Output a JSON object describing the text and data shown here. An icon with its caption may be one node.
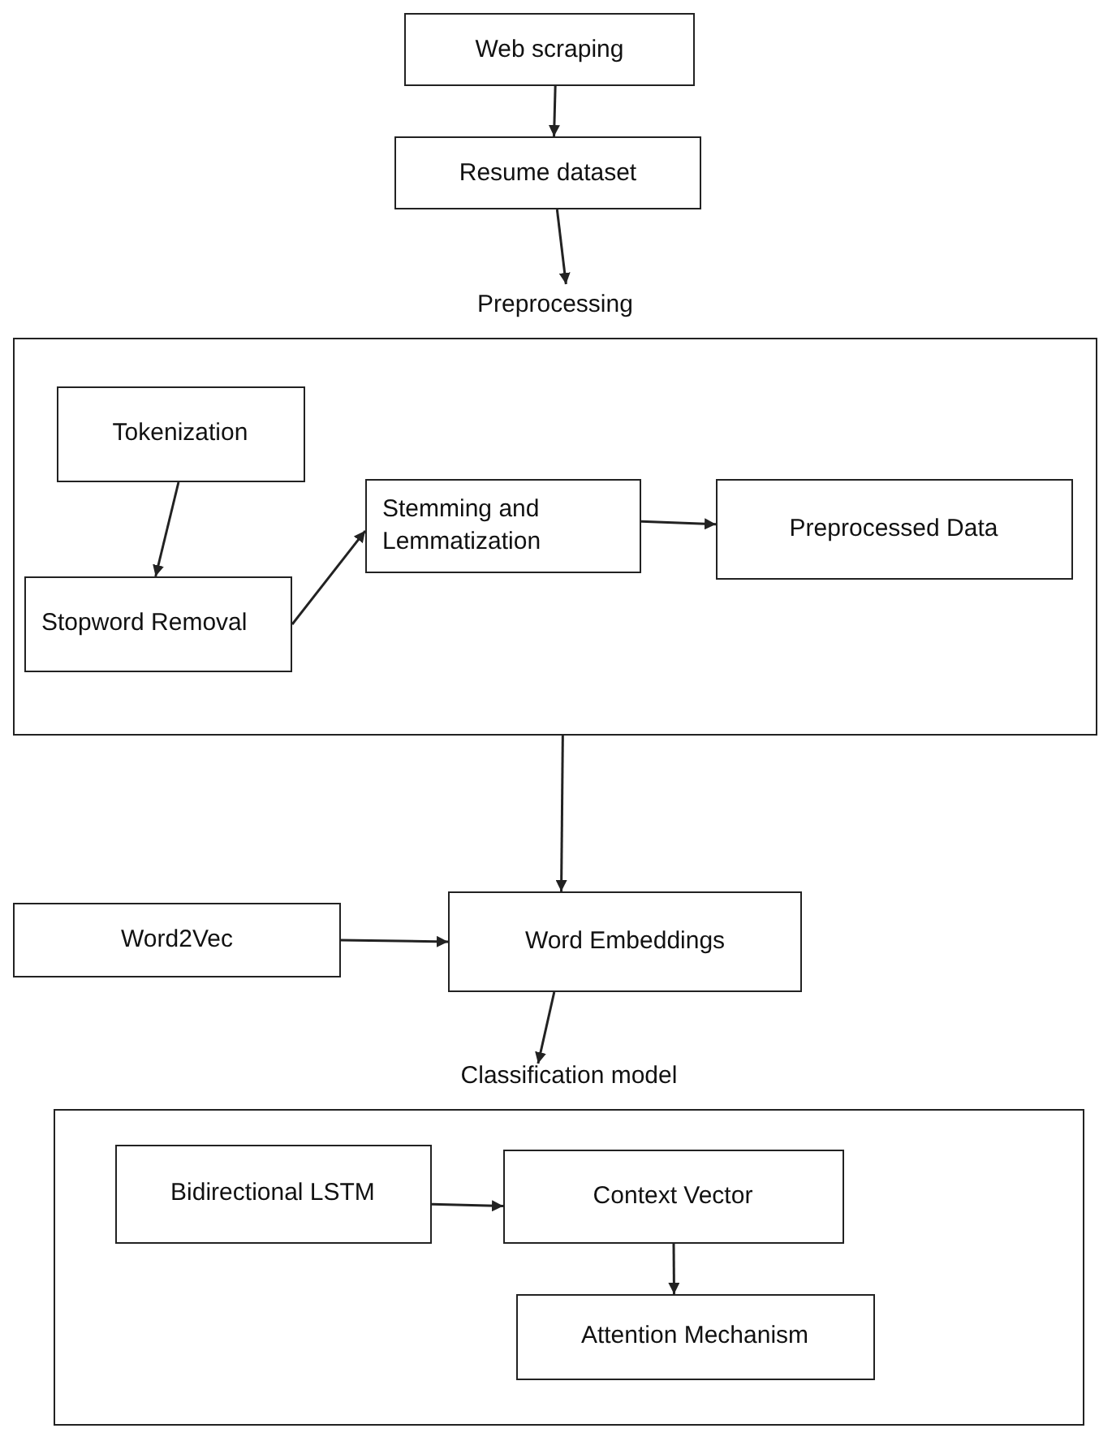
{
  "diagram": {
    "nodes": [
      {
        "text": [
          "Web scraping"
        ]
      },
      {
        "text": [
          "Resume dataset"
        ]
      },
      {
        "text": [
          "Preprocessing"
        ]
      },
      {
        "text": [
          "Tokenization"
        ],
        "in": 2
      },
      {
        "text": [
          "Stopword Removal"
        ],
        "in": 2
      },
      {
        "text": [
          "Stemming and Lemmatization"
        ],
        "in": 2
      },
      {
        "text": [
          "Preprocessed Data"
        ],
        "in": 2
      },
      {
        "text": [
          "Word2Vec"
        ]
      },
      {
        "text": [
          "Word Embeddings"
        ]
      },
      {
        "text": [
          "Classification model"
        ]
      },
      {
        "text": [
          "Bidirectional LSTM"
        ],
        "in": 9
      },
      {
        "text": [
          "Context Vector"
        ],
        "in": 9
      },
      {
        "text": [
          "Attention Mechanism"
        ],
        "in": 9
      }
    ],
    "edges": [
      {
        "from": 0,
        "to": 1,
        "arrow": "to"
      },
      {
        "from": 1,
        "to": 2,
        "arrow": "to"
      },
      {
        "from": 3,
        "to": 4,
        "arrow": "to"
      },
      {
        "from": 4,
        "to": 5,
        "arrow": "to"
      },
      {
        "from": 5,
        "to": 6,
        "arrow": "to"
      },
      {
        "from": 2,
        "to": 8,
        "arrow": "to"
      },
      {
        "from": 7,
        "to": 8,
        "arrow": "to"
      },
      {
        "from": 8,
        "to": 9,
        "arrow": "to"
      },
      {
        "from": 10,
        "to": 11,
        "arrow": "to"
      },
      {
        "from": 11,
        "to": 12,
        "arrow": "to"
      }
    ]
  }
}
